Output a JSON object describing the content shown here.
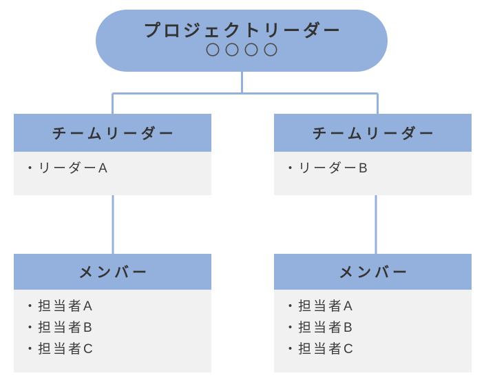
{
  "diagram": {
    "type": "organization-chart",
    "colors": {
      "node_fill": "#94B0DC",
      "body_fill": "#F1F1F1",
      "connector": "#94B0DC",
      "text": "#333333",
      "background": "#FFFFFF"
    },
    "root": {
      "title": "プロジェクトリーダー",
      "subtitle": "〇〇〇〇"
    },
    "level2": [
      {
        "header": "チームリーダー",
        "items": [
          {
            "bullet": "・",
            "text": "リーダーA"
          }
        ]
      },
      {
        "header": "チームリーダー",
        "items": [
          {
            "bullet": "・",
            "text": "リーダーB"
          }
        ]
      }
    ],
    "level3": [
      {
        "header": "メンバー",
        "items": [
          {
            "bullet": "・",
            "text": "担当者A"
          },
          {
            "bullet": "・",
            "text": "担当者B"
          },
          {
            "bullet": "・",
            "text": "担当者C"
          }
        ]
      },
      {
        "header": "メンバー",
        "items": [
          {
            "bullet": "・",
            "text": "担当者A"
          },
          {
            "bullet": "・",
            "text": "担当者B"
          },
          {
            "bullet": "・",
            "text": "担当者C"
          }
        ]
      }
    ]
  }
}
